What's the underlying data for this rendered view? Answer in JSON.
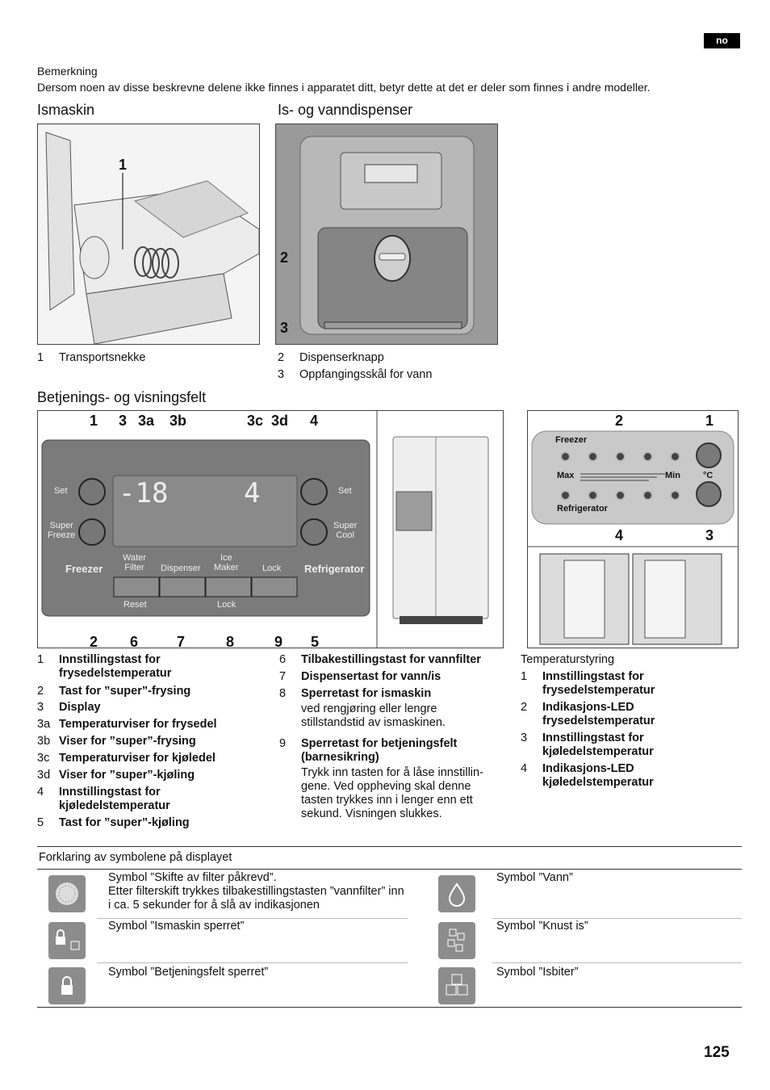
{
  "lang_badge": "no",
  "note": {
    "heading": "Bemerkning",
    "text": "Dersom noen av disse beskrevne delene ikke finnes i apparatet ditt, betyr dette at det er deler som finnes i andre modeller."
  },
  "ice_maker": {
    "heading": "Ismaskin",
    "callout": "1",
    "caption": [
      {
        "n": "1",
        "text": "Transportsnekke"
      }
    ]
  },
  "dispenser": {
    "heading": "Is- og vanndispenser",
    "callouts": [
      "2",
      "3"
    ],
    "caption": [
      {
        "n": "2",
        "text": "Dispenserknapp"
      },
      {
        "n": "3",
        "text": "Oppfangingsskål for vann"
      }
    ]
  },
  "control_panel": {
    "heading": "Betjenings- og visningsfelt",
    "top_callouts": [
      "1",
      "3",
      "3a",
      "3b",
      "3c",
      "3d",
      "4"
    ],
    "bottom_callouts": [
      "2",
      "6",
      "7",
      "8",
      "9",
      "5"
    ],
    "display": {
      "freezer_temp": "-18",
      "fridge_temp": "4"
    },
    "labels": {
      "set_left": "Set",
      "set_right": "Set",
      "super_freeze": "Super\nFreeze",
      "super_cool": "Super\nCool",
      "freezer": "Freezer",
      "refrigerator": "Refrigerator",
      "water_filter": "Water\nFilter",
      "dispenser": "Dispenser",
      "ice_maker": "Ice\nMaker",
      "lock": "Lock",
      "reset": "Reset",
      "lock_below": "Lock"
    },
    "items_col1": [
      {
        "n": "1",
        "text": "Innstillingstast for frysedelstemperatur"
      },
      {
        "n": "2",
        "text": "Tast for ”super”-frysing"
      },
      {
        "n": "3",
        "text": "Display"
      },
      {
        "n": "3a",
        "text": "Temperaturviser for frysedel"
      },
      {
        "n": "3b",
        "text": "Viser for ”super”-frysing"
      },
      {
        "n": "3c",
        "text": "Temperaturviser for kjøledel"
      },
      {
        "n": "3d",
        "text": "Viser for ”super”-kjøling"
      },
      {
        "n": "4",
        "text": "Innstillingstast for kjøledelstemperatur"
      },
      {
        "n": "5",
        "text": "Tast for ”super”-kjøling"
      }
    ],
    "items_col2": [
      {
        "n": "6",
        "text": "Tilbakestillingstast for vannfilter",
        "desc": ""
      },
      {
        "n": "7",
        "text": "Dispensertast for vann/is",
        "desc": ""
      },
      {
        "n": "8",
        "text": "Sperretast for ismaskin",
        "desc": "ved rengjøring eller lengre stillstandstid av ismaskinen."
      },
      {
        "n": "9",
        "text": "Sperretast for betjeningsfelt (barnesikring)",
        "desc": "Trykk inn tasten for å låse innstillin-gene. Ved oppheving skal denne tasten trykkes inn i lenger enn ett sekund. Visningen slukkes."
      }
    ]
  },
  "temp_control": {
    "callouts_top": [
      "2",
      "1"
    ],
    "callouts_bottom": [
      "4",
      "3"
    ],
    "panel_labels": {
      "freezer": "Freezer",
      "max": "Max",
      "min": "Min",
      "celsius": "°C",
      "refrigerator": "Refrigerator"
    },
    "heading": "Temperaturstyring",
    "items": [
      {
        "n": "1",
        "text": "Innstillingstast for frysedelstemperatur"
      },
      {
        "n": "2",
        "text": "Indikasjons-LED frysedelstemperatur"
      },
      {
        "n": "3",
        "text": "Innstillingstast for kjøledelstemperatur"
      },
      {
        "n": "4",
        "text": "Indikasjons-LED kjøledelstemperatur"
      }
    ]
  },
  "symbols": {
    "heading": "Forklaring av symbolene på displayet",
    "rows": [
      {
        "icon": "filter-icon",
        "text": "Symbol ”Skifte av filter påkrevd”.\nEtter filterskift trykkes tilbakestillingstasten ”vannfilter” inn i ca. 5 sekunder for å slå av indikasjonen"
      },
      {
        "icon": "water-drop-icon",
        "text": "Symbol ”Vann”"
      },
      {
        "icon": "ice-maker-lock-icon",
        "text": "Symbol ”Ismaskin sperret”"
      },
      {
        "icon": "crushed-ice-icon",
        "text": "Symbol ”Knust is”"
      },
      {
        "icon": "panel-lock-icon",
        "text": "Symbol ”Betjeningsfelt sperret”"
      },
      {
        "icon": "ice-cubes-icon",
        "text": "Symbol ”Isbiter”"
      }
    ]
  },
  "page_number": "125"
}
